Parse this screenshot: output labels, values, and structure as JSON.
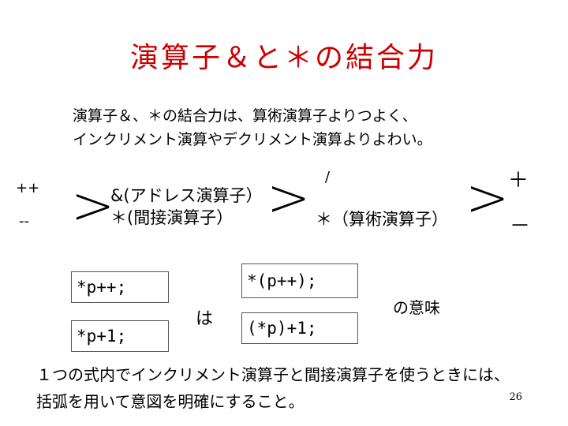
{
  "slide": {
    "title": "演算子＆と＊の結合力",
    "intro_line1": "演算子＆、＊の結合力は、算術演算子よりつよく、",
    "intro_line2": "インクリメント演算やデクリメント演算よりよわい。",
    "page_number": "26"
  },
  "precedence": {
    "incdec_top": "++",
    "incdec_bottom": "--",
    "gt1": ">",
    "addr_op": "&(アドレス演算子）",
    "indirect_op": "＊(間接演算子）",
    "gt2": ">",
    "div_op": "/",
    "mul_op": "＊（算術演算子）",
    "gt3": ">",
    "plus_op": "＋",
    "minus_op": "－"
  },
  "examples": {
    "code1": "*p++;",
    "code2": "*p+1;",
    "is_label": "は",
    "meaning1": "*(p++);",
    "meaning2": "(*p)+1;",
    "meaning_label": "の意味"
  },
  "conclusion": {
    "line1": "１つの式内でインクリメント演算子と間接演算子を使うときには、",
    "line2": "括弧を用いて意図を明確にすること。"
  }
}
